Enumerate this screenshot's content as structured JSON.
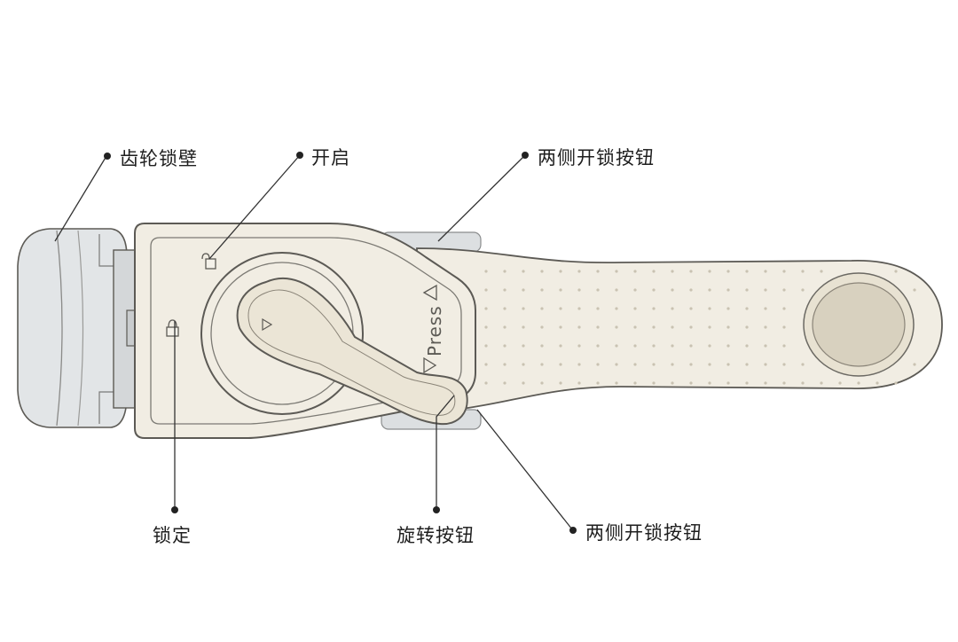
{
  "labels": {
    "gear_lock_wall": "齿轮锁壁",
    "open": "开启",
    "unlock_button_top": "两侧开锁按钮",
    "lock": "锁定",
    "rotate_button": "旋转按钮",
    "unlock_button_bottom": "两侧开锁按钮"
  },
  "device": {
    "press_text": "Press"
  },
  "colors": {
    "handle": "#f1ede3",
    "outline": "#5c5a55",
    "pad": "#d8d1bf",
    "wheel": "#e1e4e6",
    "leader": "#333333"
  }
}
